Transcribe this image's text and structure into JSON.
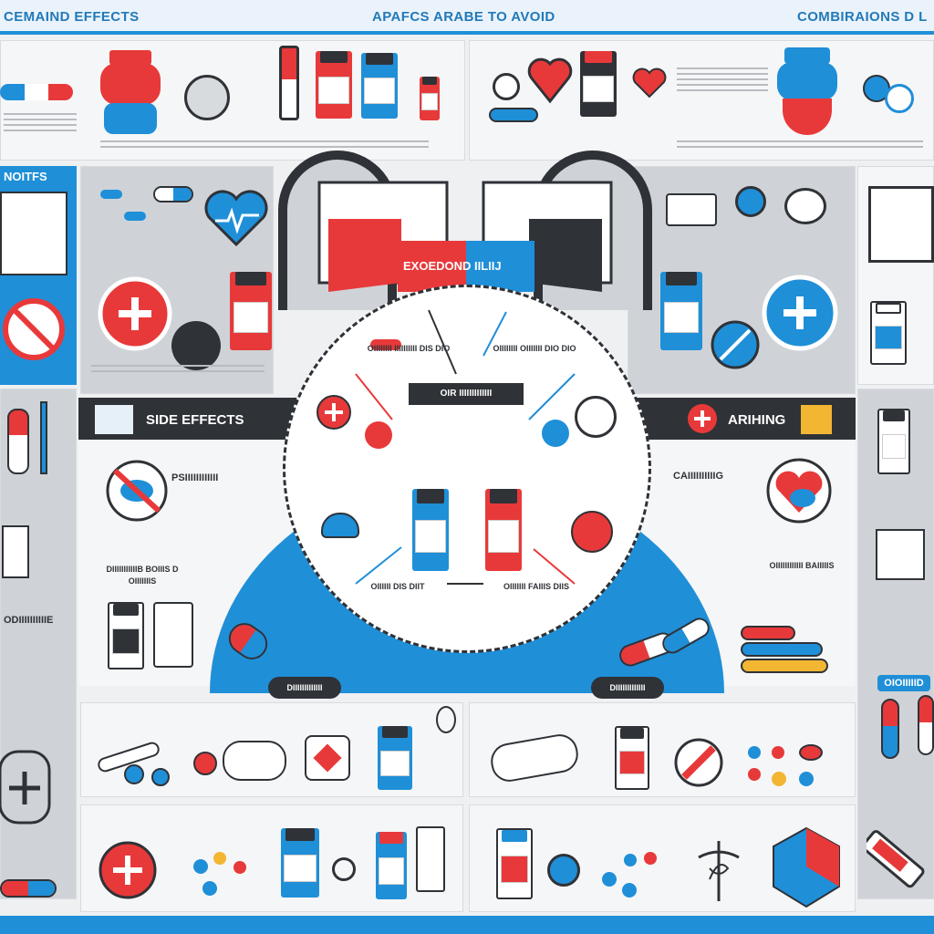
{
  "header": {
    "left_title": "CEMAIND EFFECTS",
    "center_title": "APAFCS ARABE TO AVOID",
    "right_title": "COMBIRAIONS D L"
  },
  "sections": {
    "notes": "NOITFS",
    "side_effects": "SIDE EFFECTS",
    "warning": "ARIHING",
    "banner": "EXOEDOND IILIIJ",
    "center_box": "OIR IIIIIIIIIIIII",
    "left_sub": "PSIIIIIIIIIIII",
    "right_sub": "CAIIIIIIIIIIG",
    "left_mid_label": "DIIIIIIIIIIIB BOIIIS D OIIIIIIIS",
    "right_mid_label": "OIIIIIIIIIIII BAIIIIIS",
    "center_top_left": "OIIIIIIII IIIIIIIIII DIS DIO",
    "center_top_right": "OIIIIIIII OIIIIIII DIO DIO",
    "center_bottom_left": "OIIIIII DIS DIIT",
    "center_bottom_right": "OIIIIIII FAIIIS DIIS",
    "left_band_label": "ODIIIIIIIIIIE",
    "right_blue_label": "OIOIIIIID",
    "dark_pill_left": "DIIIIIIIIIIIII",
    "dark_pill_right": "DIIIIIIIIIIIII"
  },
  "colors": {
    "red": "#e8393a",
    "blue": "#1f8fd8",
    "dark": "#2f3237",
    "grey": "#cfd3d7",
    "yellow": "#f2b632"
  },
  "icons": [
    "plus-icon",
    "heart-icon",
    "pill-icon",
    "bottle-icon",
    "book-icon",
    "no-icon",
    "caduceus-icon",
    "syringe-icon",
    "cross-icon"
  ]
}
